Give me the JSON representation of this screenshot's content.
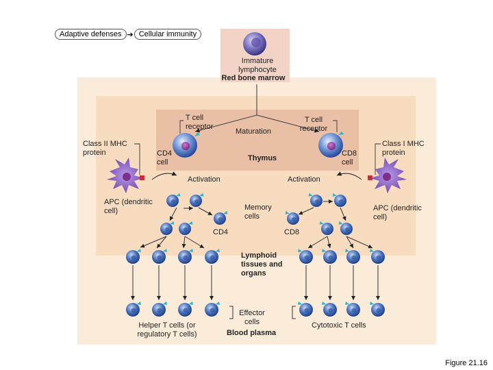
{
  "breadcrumb": {
    "first": "Adaptive defenses",
    "second": "Cellular immunity"
  },
  "labels": {
    "immature_lymphocyte": "Immature lymphocyte",
    "red_bone_marrow": "Red bone marrow",
    "tcell_receptor_left": "T cell receptor",
    "tcell_receptor_right": "T cell receptor",
    "maturation": "Maturation",
    "class2_mhc": "Class II MHC protein",
    "class1_mhc": "Class I MHC protein",
    "cd4_cell": "CD4 cell",
    "cd8_cell": "CD8 cell",
    "thymus": "Thymus",
    "activation_left": "Activation",
    "activation_right": "Activation",
    "apc_left": "APC (dendritic cell)",
    "apc_right": "APC (dendritic cell)",
    "memory_cells": "Memory cells",
    "cd4": "CD4",
    "cd8": "CD8",
    "lymphoid": "Lymphoid tissues and organs",
    "effector_cells": "Effector cells",
    "blood_plasma": "Blood plasma",
    "helper_t": "Helper T cells (or regulatory T cells)",
    "cytotoxic_t": "Cytotoxic T cells"
  },
  "figure_label": "Figure 21.16",
  "colors": {
    "outer_bg": "#fbecd9",
    "inner_bg": "#f7dcc0",
    "thymus_bg": "#e9bfa6",
    "marrow_bg": "#f3d3c6",
    "cell_blue": "#3d69b8",
    "cell_nucleus": "#9b3d9d",
    "receptor": "#22b8cc",
    "apc_purple": "#8a5cc0",
    "mhc_red": "#cc2c3a"
  }
}
